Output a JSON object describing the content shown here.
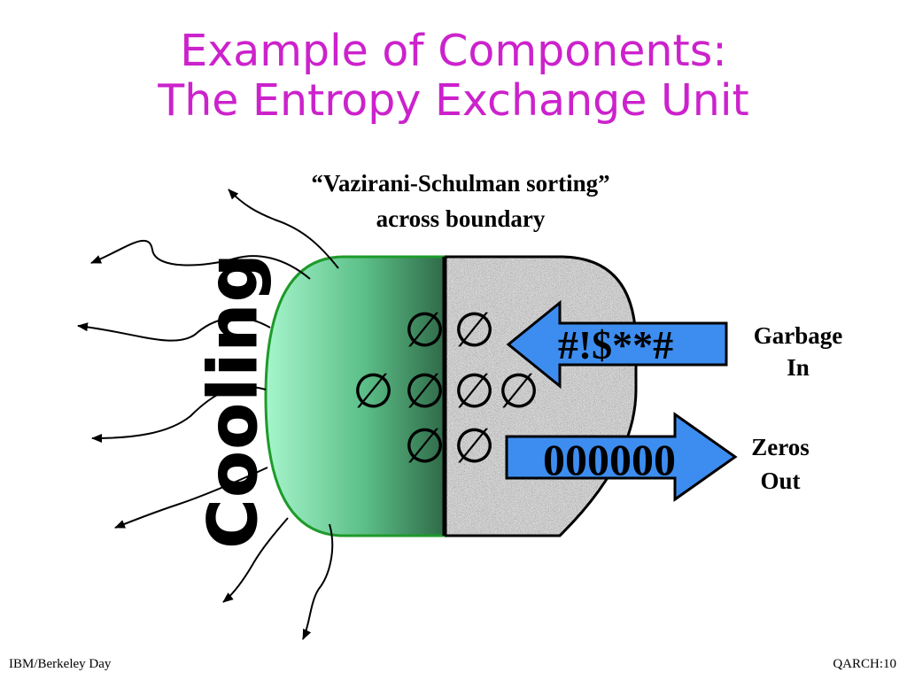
{
  "slide": {
    "title_line_1": "Example of Components:",
    "title_line_2": "The Entropy Exchange Unit",
    "caption_line_1": "“Vazirani-Schulman sorting”",
    "caption_line_2": "across boundary",
    "cooling_label": "Cooling",
    "garbage_arrow_text": "#!$**#",
    "zeros_arrow_text": "000000",
    "garbage_label_line_1": "Garbage",
    "garbage_label_line_2": "In",
    "zeros_label_line_1": "Zeros",
    "zeros_label_line_2": "Out",
    "empty_set_symbol": "∅",
    "footer_left": "IBM/Berkeley Day",
    "footer_right": "QARCH:10"
  },
  "colors": {
    "title": "#cc22cc",
    "green_light": "#a6f5cc",
    "green_dark": "#2f6a48",
    "green_border": "#1e9a2a",
    "arrow_fill": "#3d8df0",
    "noise_base": "#a9a9a9"
  }
}
